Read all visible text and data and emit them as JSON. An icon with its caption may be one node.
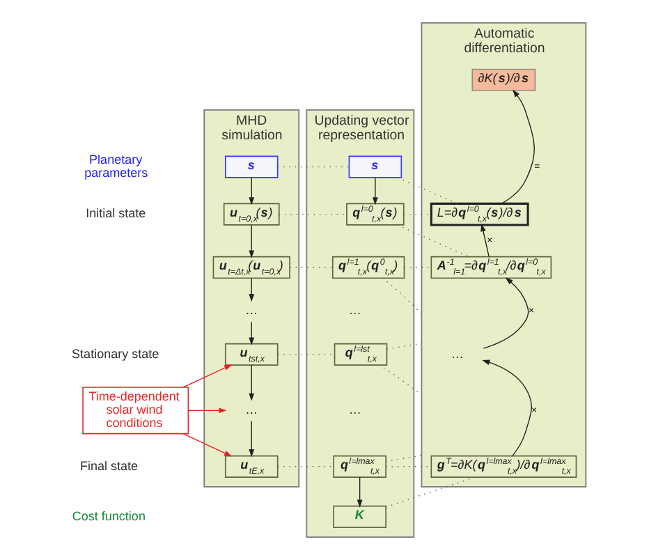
{
  "diagram": {
    "nodes": [
      {
        "text": [
          "MHD simulation"
        ]
      },
      {
        "text": [
          "s"
        ],
        "in": 0
      },
      {
        "text": [
          "**u**$_{t=0,x}$(**s**)"
        ],
        "in": 0
      },
      {
        "text": [
          "**u**$_{t=Δt,x}$(**u**$_{t=0,x}$)"
        ],
        "in": 0
      },
      {
        "text": [
          "…"
        ],
        "in": 0
      },
      {
        "text": [
          "**u**$_{tst,x}$"
        ],
        "in": 0
      },
      {
        "text": [
          "…"
        ],
        "in": 0
      },
      {
        "text": [
          "**u**$_{tE,x}$"
        ],
        "in": 0
      },
      {
        "text": [
          "Updating vector representation"
        ]
      },
      {
        "text": [
          "s"
        ],
        "in": 8
      },
      {
        "text": [
          "**q**$^{l=0}$$_{t,x}$(**s**)"
        ],
        "in": 8
      },
      {
        "text": [
          "**q**$^{l=1}$$_{t,x}$(**q**$^{0}$$_{t,x}$)"
        ],
        "in": 8
      },
      {
        "text": [
          "**q**$^{l=lst}$$_{t,x}$"
        ],
        "in": 8
      },
      {
        "text": [
          "**q**$^{l=lmax}$$_{t,x}$"
        ],
        "in": 8
      },
      {
        "text": [
          "K"
        ],
        "in": 8
      },
      {
        "text": [
          "Automatic differentiation"
        ]
      },
      {
        "text": [
          "∂K(**s**)/∂**s**"
        ],
        "in": 15
      },
      {
        "text": [
          "L=∂**q**$^{l=0}$$_{t,x}$(**s**)/∂**s**"
        ],
        "in": 15
      },
      {
        "text": [
          "**A**$^{-1}$$_{l=1}$=∂**q**$^{l=1}$$_{t,x}$/∂**q**$^{l=0}$$_{t,x}$"
        ],
        "in": 15
      },
      {
        "text": [
          "…"
        ],
        "in": 15
      },
      {
        "text": [
          "**g**$^{T}$=∂K(**q**$^{l=lmax}$$_{t,x}$)/∂**q**$^{l=lmax}$$_{t,x}$"
        ],
        "in": 15
      },
      {
        "text": [
          "Time-dependent solar wind conditions"
        ]
      }
    ],
    "edges": [
      {
        "from": 1,
        "to": 2,
        "arrow": "to"
      },
      {
        "from": 2,
        "to": 3,
        "arrow": "to"
      },
      {
        "from": 3,
        "to": 4,
        "arrow": "to"
      },
      {
        "from": 4,
        "to": 5,
        "arrow": "to"
      },
      {
        "from": 5,
        "to": 6,
        "arrow": "to"
      },
      {
        "from": 6,
        "to": 7,
        "arrow": "to"
      },
      {
        "from": 21,
        "to": 5,
        "arrow": "to",
        "color": "#ee1c24"
      },
      {
        "from": 21,
        "to": 6,
        "arrow": "to",
        "color": "#ee1c24"
      },
      {
        "from": 21,
        "to": 7,
        "arrow": "to",
        "color": "#ee1c24"
      },
      {
        "from": 9,
        "to": 10,
        "arrow": "to"
      },
      {
        "from": 13,
        "to": 14,
        "arrow": "to"
      },
      {
        "from": 1,
        "to": 9,
        "arrow": "none",
        "style": "dashed"
      },
      {
        "from": 2,
        "to": 10,
        "arrow": "none",
        "style": "dashed"
      },
      {
        "from": 3,
        "to": 11,
        "arrow": "none",
        "style": "dashed"
      },
      {
        "from": 5,
        "to": 12,
        "arrow": "none",
        "style": "dashed"
      },
      {
        "from": 7,
        "to": 13,
        "arrow": "none",
        "style": "dashed"
      },
      {
        "from": 9,
        "to": 17,
        "arrow": "none",
        "style": "dashed"
      },
      {
        "from": 10,
        "to": 17,
        "arrow": "none",
        "style": "dashed"
      },
      {
        "from": 10,
        "to": 18,
        "arrow": "none",
        "style": "dashed"
      },
      {
        "from": 11,
        "to": 18,
        "arrow": "none",
        "style": "dashed"
      },
      {
        "from": 11,
        "to": 15,
        "arrow": "none",
        "style": "dashed"
      },
      {
        "from": 12,
        "to": 15,
        "arrow": "none",
        "style": "dashed"
      },
      {
        "from": 12,
        "to": 15,
        "arrow": "none",
        "style": "dashed"
      },
      {
        "from": 13,
        "to": 15,
        "arrow": "none",
        "style": "dashed"
      },
      {
        "from": 13,
        "to": 20,
        "arrow": "none",
        "style": "dashed"
      },
      {
        "from": 14,
        "to": 20,
        "arrow": "none",
        "style": "dashed"
      },
      {
        "from": 17,
        "to": 16,
        "arrow": "to",
        "label": "="
      },
      {
        "from": 18,
        "to": 17,
        "arrow": "to",
        "label": "×"
      },
      {
        "from": 19,
        "to": 18,
        "arrow": "to",
        "label": "×"
      },
      {
        "from": 20,
        "to": 19,
        "arrow": "to",
        "label": "×"
      }
    ],
    "labels": [
      "Planetary parameters",
      "Initial state",
      "…",
      "Stationary state",
      "…",
      "Final state",
      "Cost function"
    ]
  }
}
